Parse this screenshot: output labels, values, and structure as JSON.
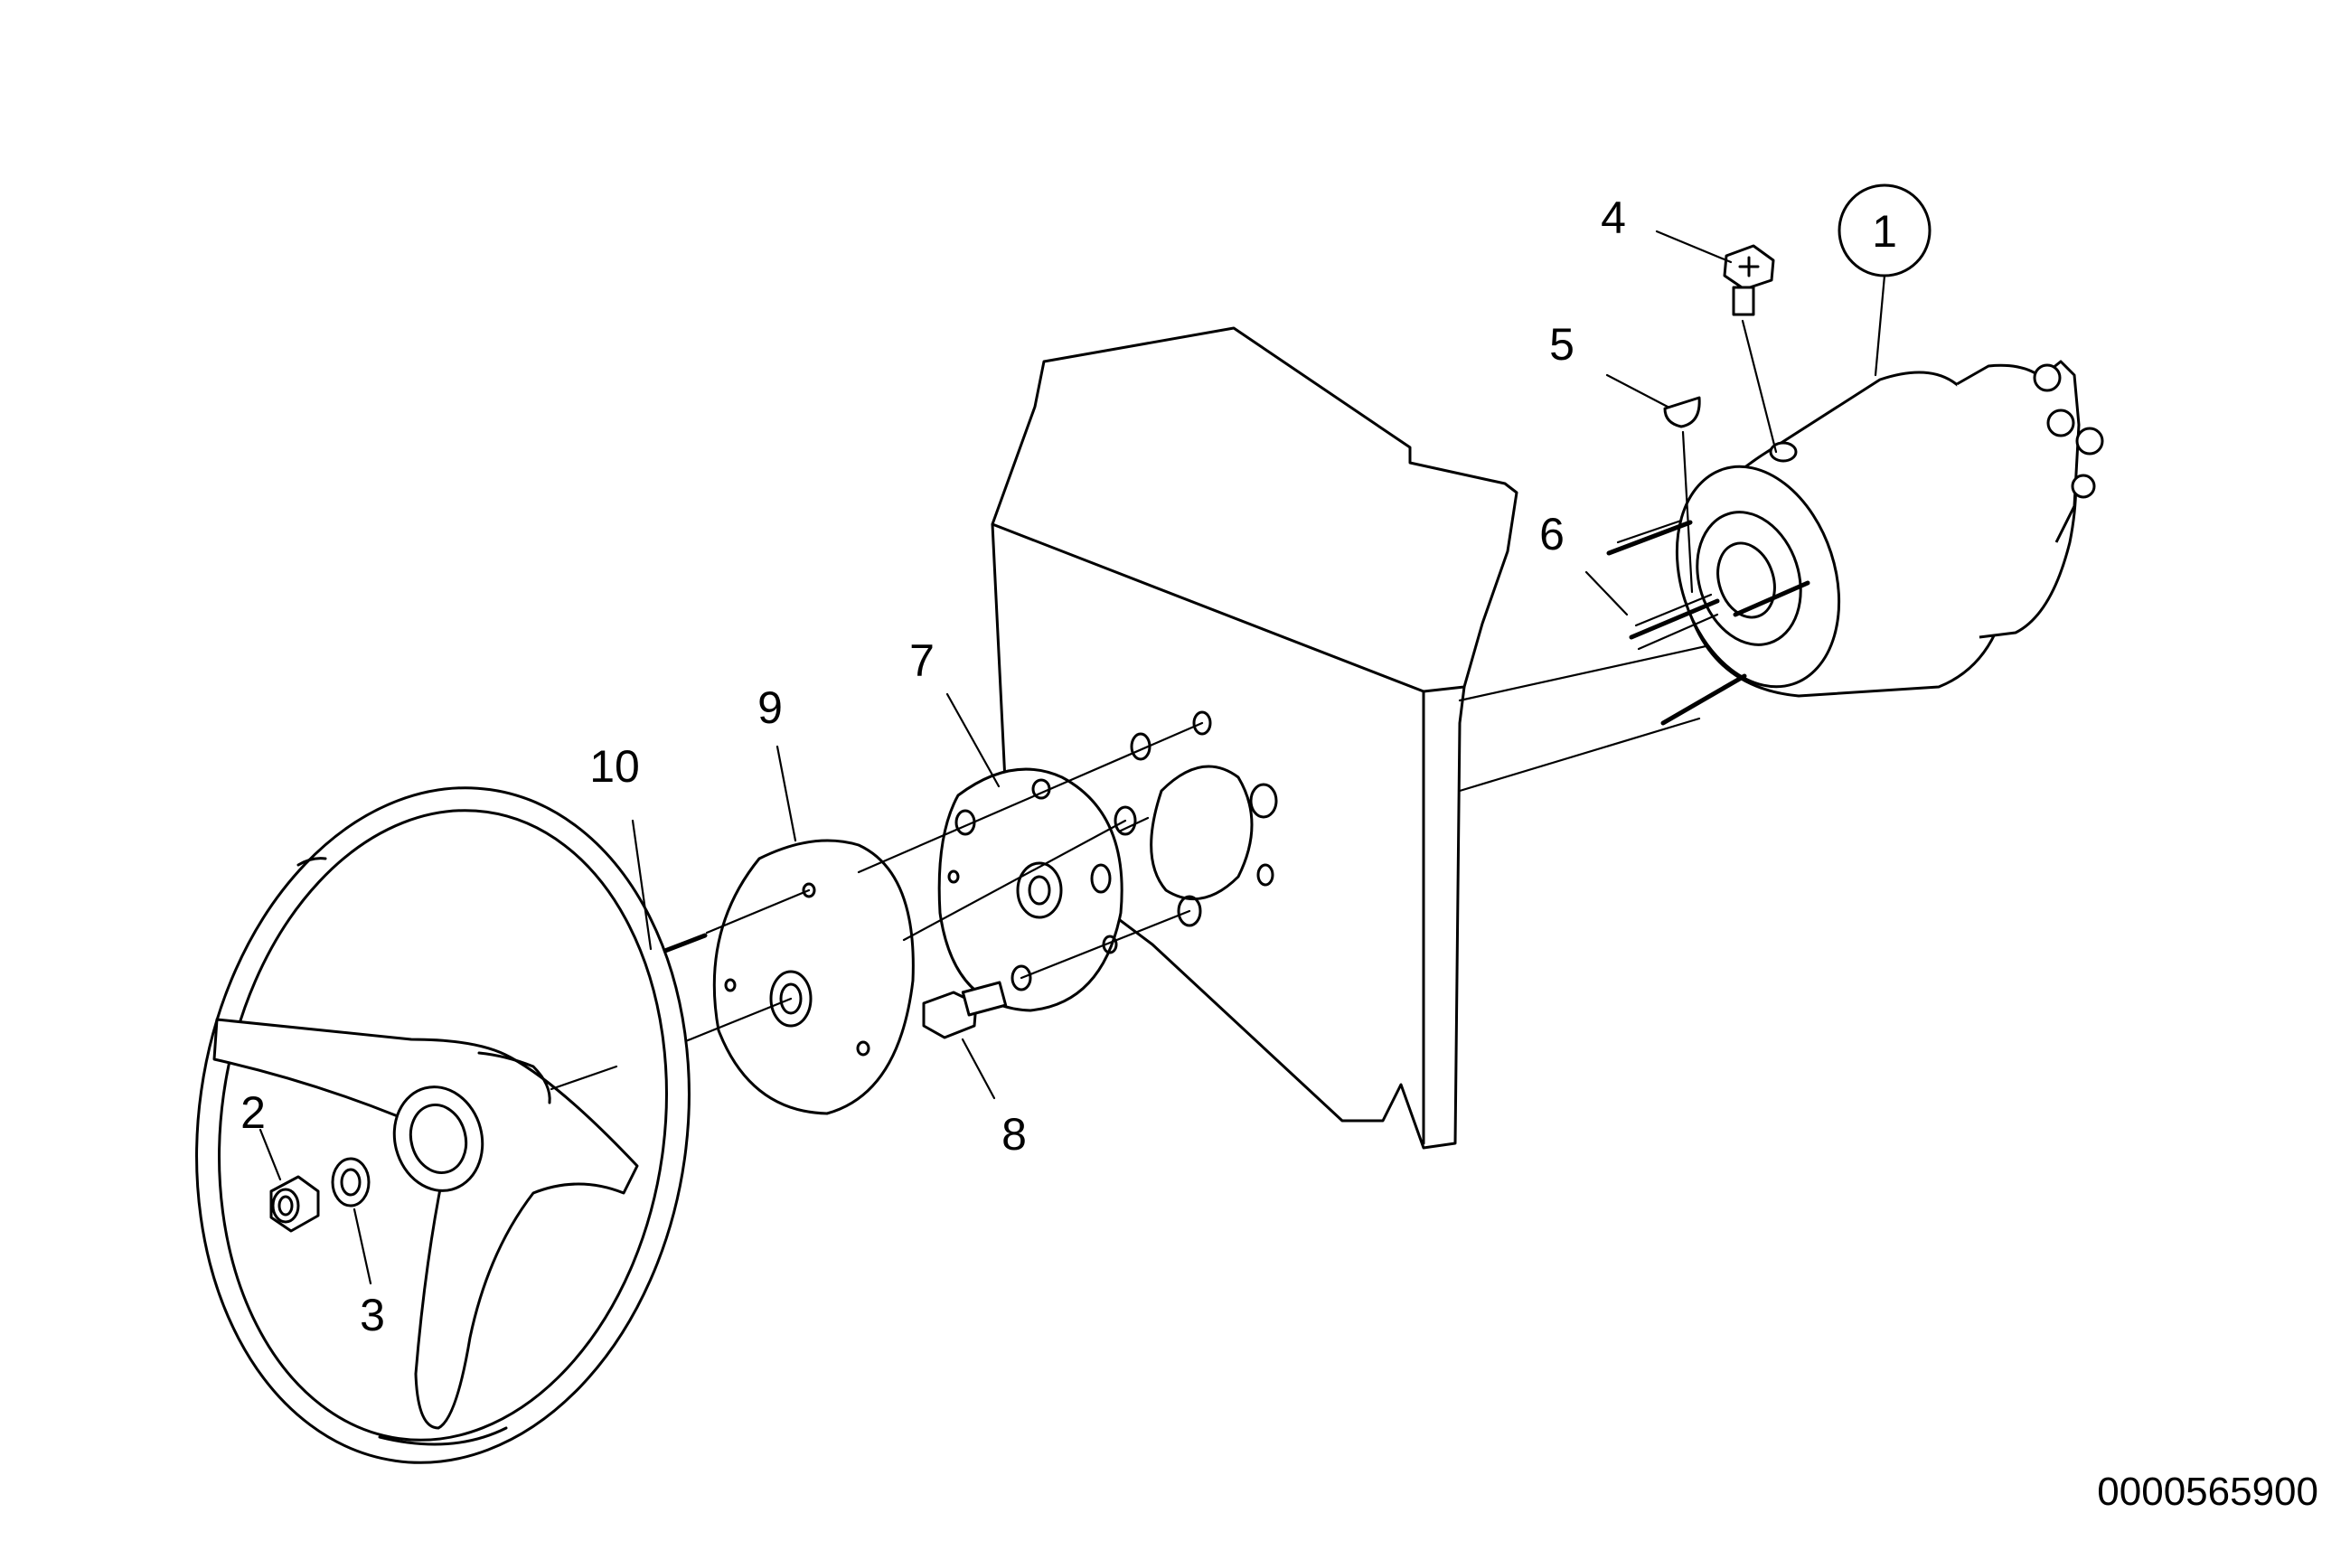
{
  "diagram": {
    "callouts": {
      "c1": "1",
      "c2": "2",
      "c3": "3",
      "c4": "4",
      "c5": "5",
      "c6": "6",
      "c7": "7",
      "c8": "8",
      "c9": "9",
      "c10": "10"
    },
    "document_number": "0000565900"
  }
}
